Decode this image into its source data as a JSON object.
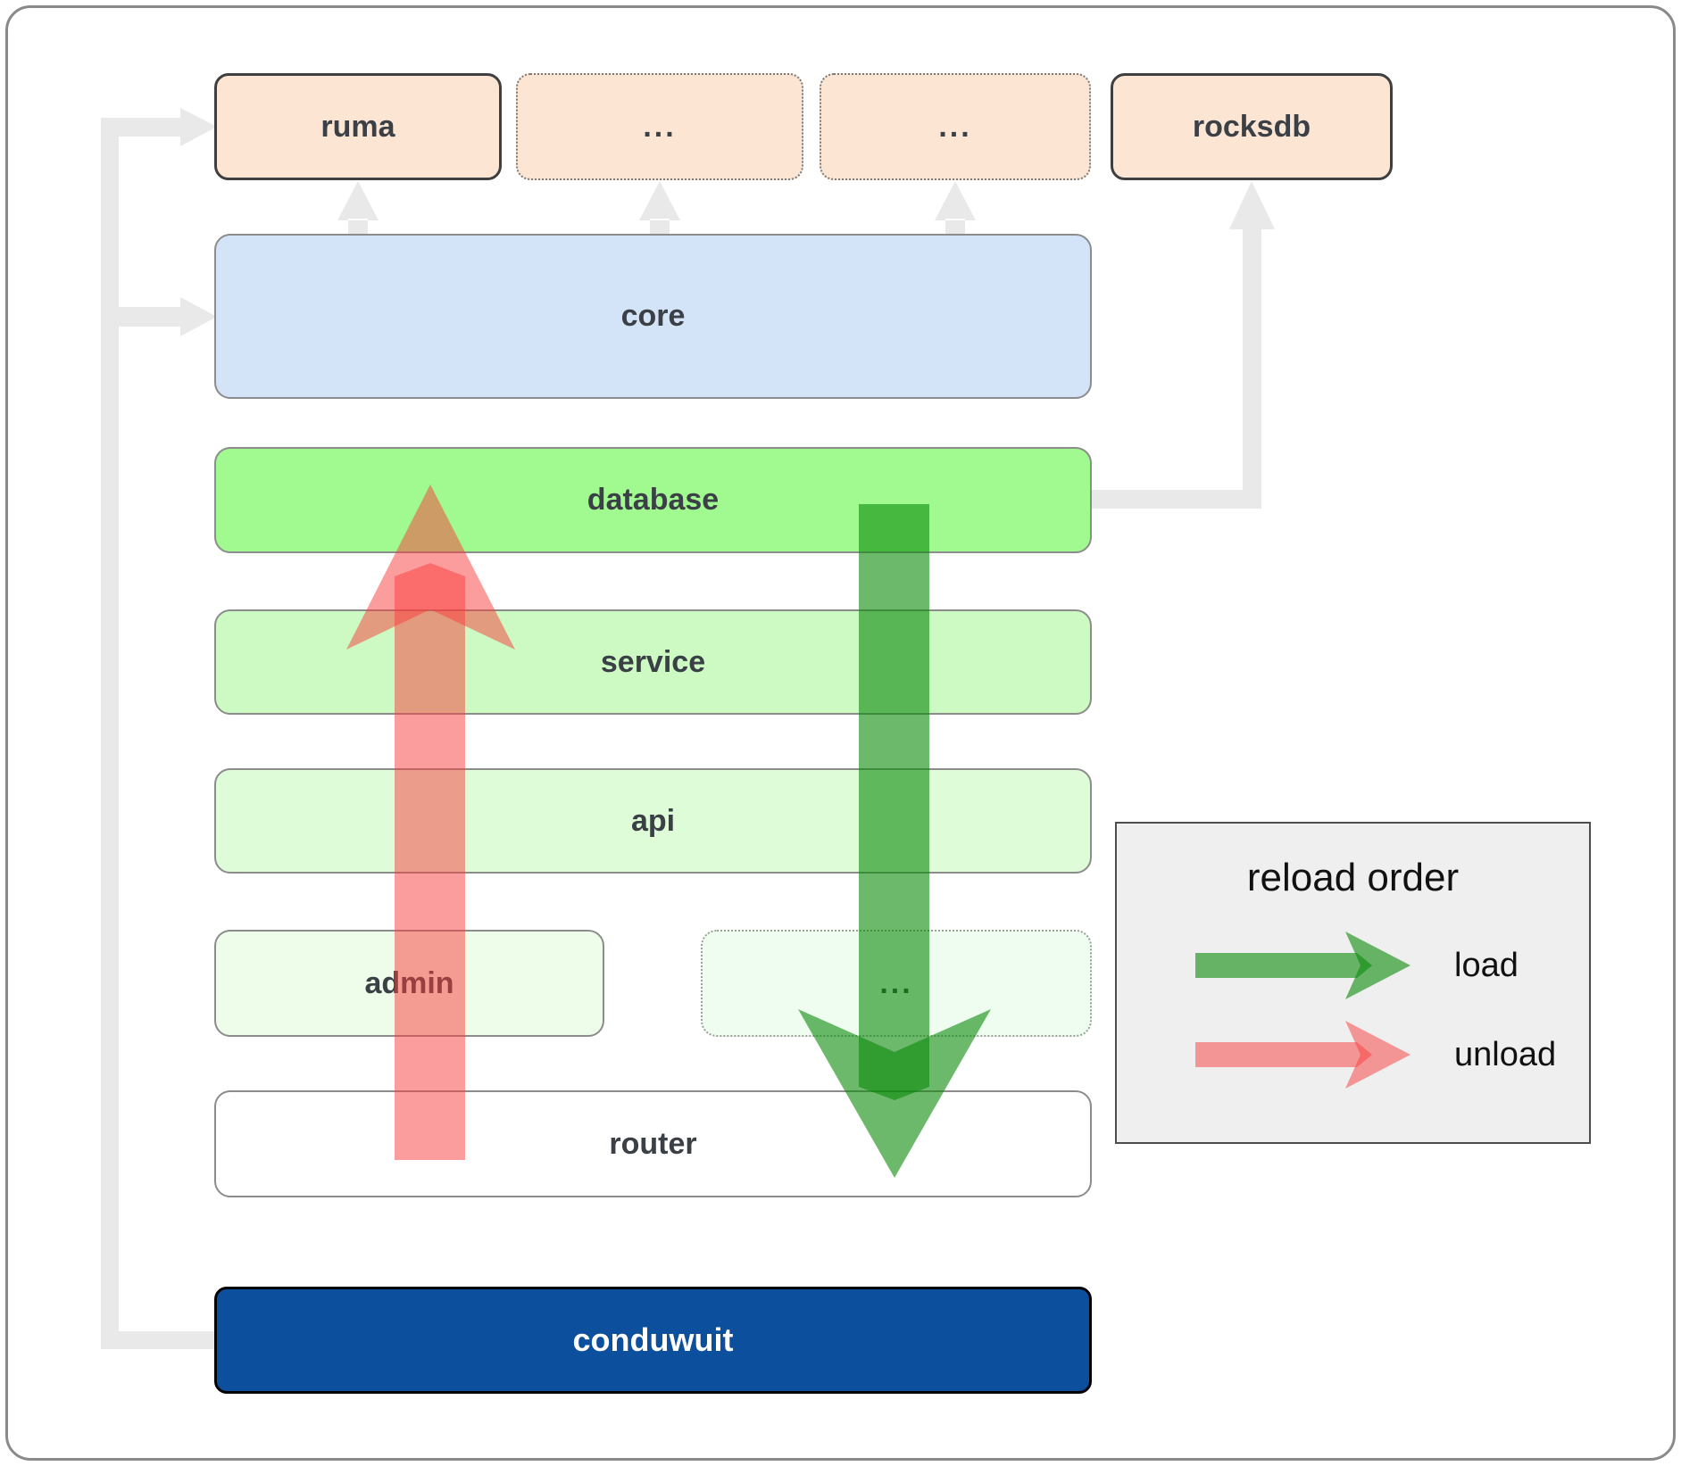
{
  "nodes": {
    "ruma": "ruma",
    "ext1": "...",
    "ext2": "...",
    "rocksdb": "rocksdb",
    "core": "core",
    "database": "database",
    "service": "service",
    "api": "api",
    "admin": "admin",
    "ext3": "...",
    "router": "router",
    "conduwuit": "conduwuit"
  },
  "legend": {
    "title": "reload order",
    "items": [
      {
        "label": "load",
        "color": "#0a8a0a"
      },
      {
        "label": "unload",
        "color": "#fa3c3c"
      }
    ]
  },
  "colors": {
    "load_arrow": "#0a8a0a",
    "unload_arrow": "#fa3c3c",
    "connector_gray": "#e9e9e9",
    "crate_fill": "#fce5d3",
    "core_fill": "#d3e4f8",
    "database_fill": "#a0fa90",
    "service_fill": "#cdfac3",
    "api_fill": "#defcd8",
    "admin_fill": "#eefde9",
    "router_fill": "#ffffff",
    "conduwuit_fill": "#0c4f9d",
    "legend_bg": "#efefef"
  }
}
